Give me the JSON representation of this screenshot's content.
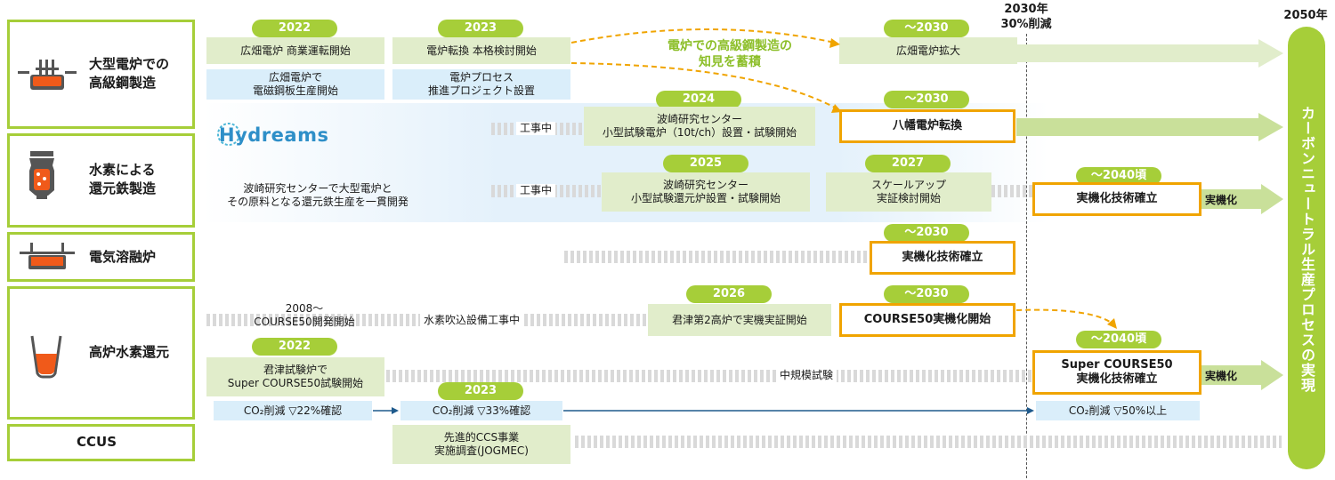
{
  "milestones": {
    "m2030_year": "2030年",
    "m2030_reduction": "30%削減",
    "m2050": "2050年"
  },
  "categories": [
    {
      "label_line1": "大型電炉での",
      "label_line2": "高級鋼製造",
      "icon": "electric-arc-furnace-icon"
    },
    {
      "label_line1": "水素による",
      "label_line2": "還元鉄製造",
      "icon": "hydrogen-reduction-furnace-icon"
    },
    {
      "label_line1": "電気溶融炉",
      "label_line2": "",
      "icon": "electric-melting-furnace-icon"
    },
    {
      "label_line1": "高炉水素還元",
      "label_line2": "",
      "icon": "blast-furnace-ladle-icon"
    },
    {
      "label_line1": "CCUS",
      "label_line2": "",
      "icon": ""
    }
  ],
  "years": {
    "y2022a": "2022",
    "y2023a": "2023",
    "y2030a": "～2030",
    "y2024": "2024",
    "y2030b": "～2030",
    "y2025": "2025",
    "y2027": "2027",
    "y2040a": "～2040頃",
    "y2030c": "～2030",
    "y2026": "2026",
    "y2030d": "～2030",
    "y2022b": "2022",
    "y2040b": "～2040頃",
    "y2023b": "2023"
  },
  "row1": {
    "hirohata_start": "広畑電炉 商業運転開始",
    "eaf_study": "電炉転換 本格検討開始",
    "knowledge_l1": "電炉での高級鋼製造の",
    "knowledge_l2": "知見を蓄積",
    "hirohata_expand": "広畑電炉拡大",
    "hirohata_steel_l1": "広畑電炉で",
    "hirohata_steel_l2": "電磁鋼板生産開始",
    "process_l1": "電炉プロセス",
    "process_l2": "推進プロジェクト設置"
  },
  "row2": {
    "logo": "Hydreams",
    "construction1": "工事中",
    "namisaki_eaf_l1": "波崎研究センター",
    "namisaki_eaf_l2": "小型試験電炉（10t/ch）設置・試験開始",
    "yawata": "八幡電炉転換",
    "namisaki_desc_l1": "波崎研究センターで大型電炉と",
    "namisaki_desc_l2": "その原料となる還元鉄生産を一貫開発",
    "construction2": "工事中",
    "namisaki_drf_l1": "波崎研究センター",
    "namisaki_drf_l2": "小型試験還元炉設置・試験開始",
    "scaleup_l1": "スケールアップ",
    "scaleup_l2": "実証検討開始",
    "practical_tech": "実機化技術確立",
    "practical": "実機化"
  },
  "row3": {
    "practical_tech": "実機化技術確立"
  },
  "row4": {
    "since_2008": "2008～",
    "course50_dev": "COURSE50開発開始",
    "h2_injection": "水素吹込設備工事中",
    "kimitsu_bf2": "君津第2高炉で実機実証開始",
    "course50_practical": "COURSE50実機化開始",
    "kimitsu_test_l1": "君津試験炉で",
    "kimitsu_test_l2": "Super COURSE50試験開始",
    "mid_scale": "中規模試験",
    "super_l1": "Super COURSE50",
    "super_l2": "実機化技術確立",
    "practical": "実機化",
    "co2_22": "CO₂削減 ▽22%確認",
    "co2_33": "CO₂削減 ▽33%確認",
    "co2_50": "CO₂削減 ▽50%以上"
  },
  "row5": {
    "ccs_l1": "先進的CCS事業",
    "ccs_l2": "実施調査(JOGMEC)"
  },
  "goal": "カーボンニュートラル生産プロセスの実現",
  "colors": {
    "green": "#a6ce39",
    "green_light": "#e1edcb",
    "blue_light": "#daeefa",
    "orange": "#f0a400",
    "navy": "#1f5a8c"
  }
}
